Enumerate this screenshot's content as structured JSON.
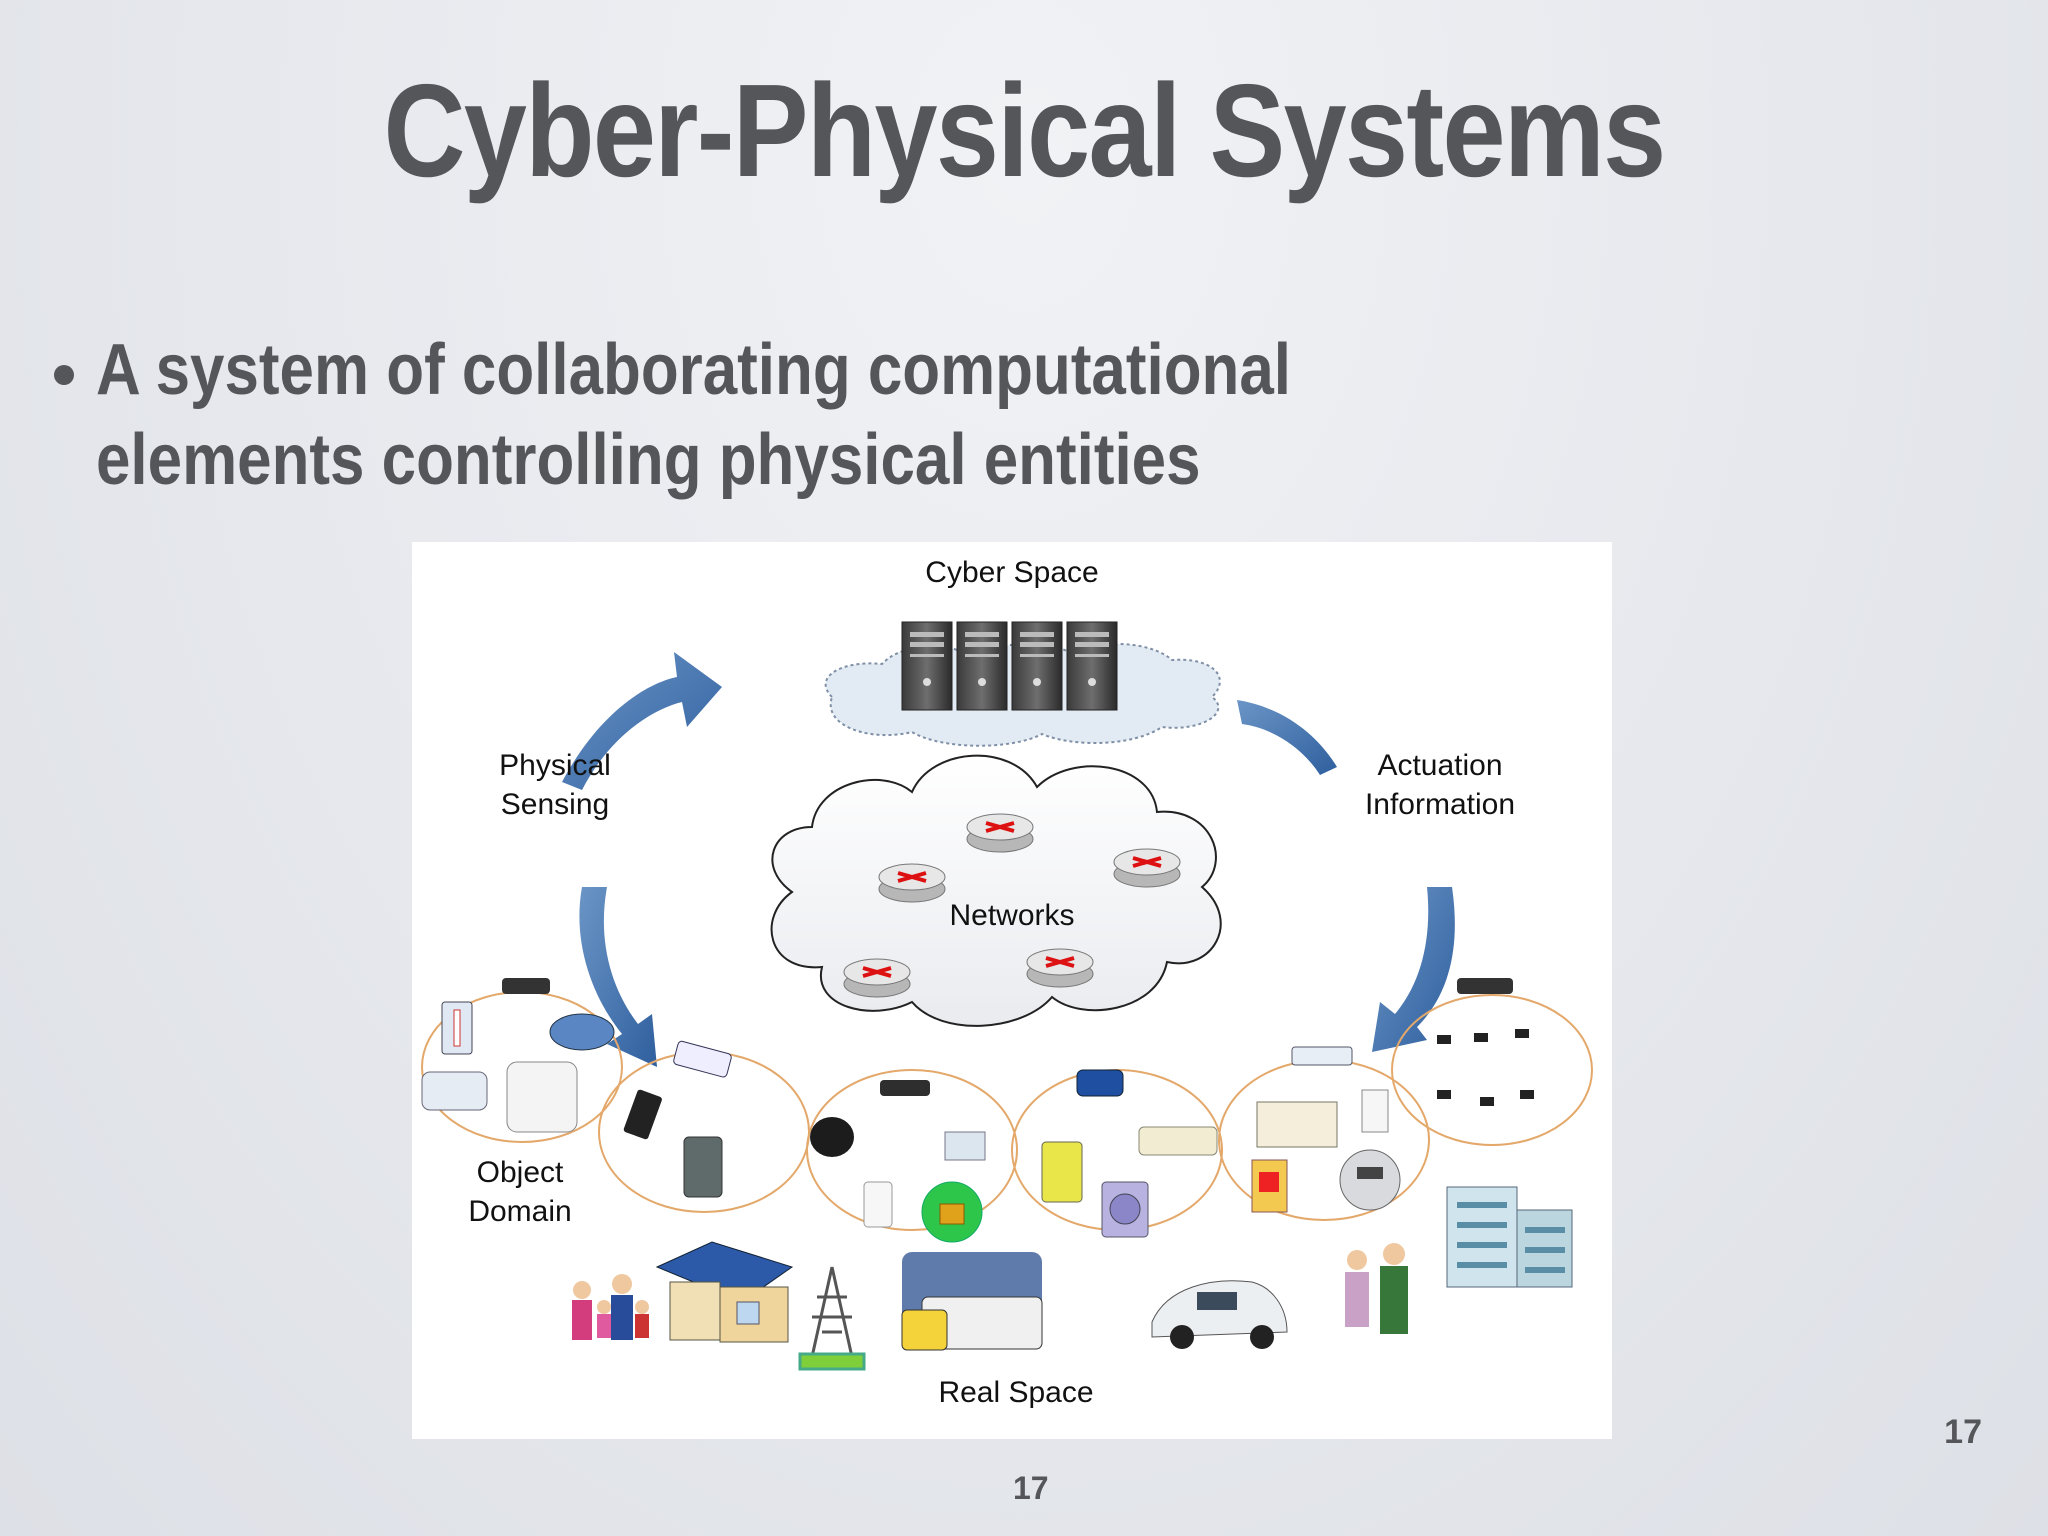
{
  "slide": {
    "title": "Cyber-Physical Systems",
    "bullet": "A system of collaborating computational elements controlling physical entities",
    "page_number_right": "17",
    "page_number_bottom": "17"
  },
  "diagram": {
    "cyber_space": "Cyber Space",
    "physical_sensing": [
      "Physical",
      "Sensing"
    ],
    "actuation_information": [
      "Actuation",
      "Information"
    ],
    "networks": "Networks",
    "object_domain": [
      "Object",
      "Domain"
    ],
    "real_space": "Real Space"
  }
}
